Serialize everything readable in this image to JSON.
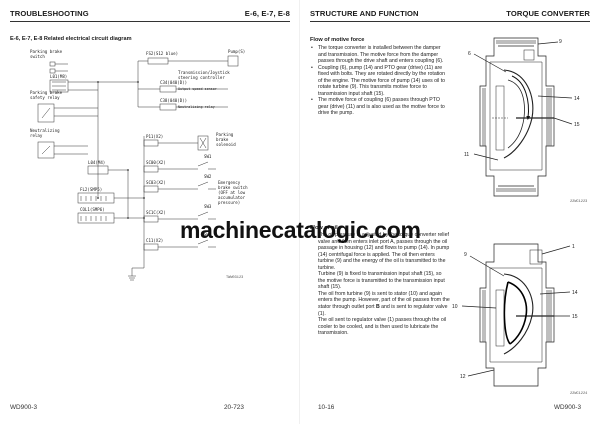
{
  "left_page": {
    "header_left": "TROUBLESHOOTING",
    "header_right": "E-6, E-7, E-8",
    "section_title": "E-6, E-7, E-8 Related electrical circuit diagram",
    "footer_left": "WD900-3",
    "footer_right": "20-723",
    "diagram": {
      "labels": {
        "parking_brake_switch": "Parking brake\nswitch",
        "l01": "L01(M8)",
        "parking_brake_safety_relay": "Parking brake\nsafety relay",
        "neutralizing_relay": "Neutralizing\nrelay",
        "l04": "L04(M4)",
        "fl2": "FL2(SMP5)",
        "col1": "COL1(SMP6)",
        "fs2": "FS2(S12 blue)",
        "pump": "Pump(S)",
        "trans_joystick": "Transmission/Joystick\nsteering controller",
        "c34": "C34(040(D))",
        "c38": "C38(040(D))",
        "lbl_speed_sensor": "Output speed sensor",
        "lbl_neutralizing": "Neutralizing relay",
        "p11": "P11(X2)",
        "sc00": "SC00(X2)",
        "sc03": "SC03(X2)",
        "sc1c": "SC1C(X2)",
        "c11": "C11(X2)",
        "sw1": "SW1",
        "sw2": "SW2",
        "sw3": "SW3",
        "sw4": "SW4",
        "parking_brake_solenoid": "Parking\nbrake\nsolenoid",
        "emergency_brake_switch": "Emergency\nbrake switch\n(OFF at low\naccumulator\npressure)",
        "fig_code": "TWW03123"
      }
    }
  },
  "right_page": {
    "header_left": "STRUCTURE AND FUNCTION",
    "header_right": "TORQUE CONVERTER",
    "motive_force": {
      "title": "Flow of motive force",
      "bullets": [
        "The torque converter is installed between the damper and transmission. The motive force from the damper passes through the drive shaft and enters coupling (6).",
        "Coupling (6), pump (14) and PTO gear (drive) (11) are fixed with bolts. They are rotated directly by the rotation of the engine. The motive force of pump (14) uses oil to rotate turbine (9). This transmits motive force to transmission input shaft (15).",
        "The motive force of coupling (6) passes through PTO gear (drive) (11) and is also used as the motive force to drive the pump."
      ],
      "callouts": [
        "6",
        "14",
        "9",
        "15",
        "11"
      ],
      "fig_code": "22WC1223"
    },
    "oil_flow": {
      "title": "Flow of oil",
      "bullet_head": "The oil pressure is adjusted by the torque converter relief valve and then enters inlet port A, passes through the oil passage in housing (12) and flows to pump (14). In pump (14) centrifugal force is applied. The oil then enters turbine (9) and the energy of the oil is transmitted to the turbine.",
      "para2": "Turbine (9) is fixed to transmission input shaft (15), so the motive force is transmitted to the transmission input shaft (15).",
      "para3_a": "The oil from turbine (9) is sent to stator (10) and again enters the pump. However, part of the oil passes from the stator through outlet port ",
      "para3_b": "B",
      "para3_c": " and is sent to regulator valve (1).",
      "para4": "The oil sent to regulator valve (1) passes through the oil cooler to be cooled, and is then used to lubricate the transmission.",
      "callouts": [
        "1",
        "9",
        "10",
        "14",
        "15",
        "12"
      ],
      "fig_code": "22WC1224"
    },
    "footer_left": "10-16",
    "footer_right": "WD900-3"
  },
  "watermark": "machinecatalogic.com"
}
